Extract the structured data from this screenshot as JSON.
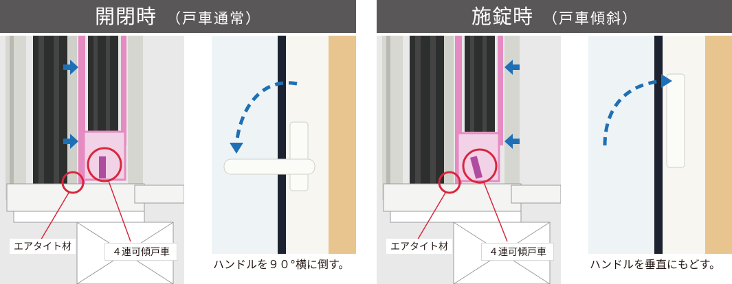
{
  "panels": [
    {
      "title": "開閉時",
      "subtitle": "（戸車通常）",
      "caption": "ハンドルを９０°横に倒す。",
      "label_air": "エアタイト材",
      "label_car": "４連可傾戸車"
    },
    {
      "title": "施錠時",
      "subtitle": "（戸車傾斜）",
      "caption": "ハンドルを垂直にもどす。",
      "label_air": "エアタイト材",
      "label_car": "４連可傾戸車"
    }
  ],
  "colors": {
    "title_bar": "#595757",
    "arrow_blue": "#1f6fb5",
    "marker_red": "#d7263d",
    "frame_pink": "#e58bc2",
    "wood": "#e8c48f"
  },
  "icons": [
    "arrow-right-icon",
    "arrow-left-icon",
    "curved-arrow-icon"
  ]
}
